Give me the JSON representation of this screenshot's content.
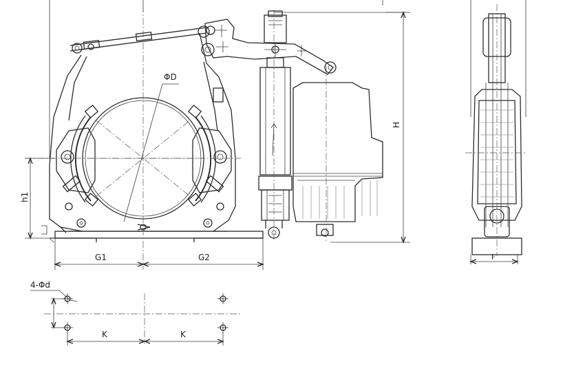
{
  "labels": {
    "diameter_D": "ΦD",
    "height_H": "H",
    "h1": "h1",
    "G1": "G1",
    "G2": "G2",
    "F": "F",
    "holes": "4-Φd",
    "K_left": "K",
    "K_right": "K"
  }
}
